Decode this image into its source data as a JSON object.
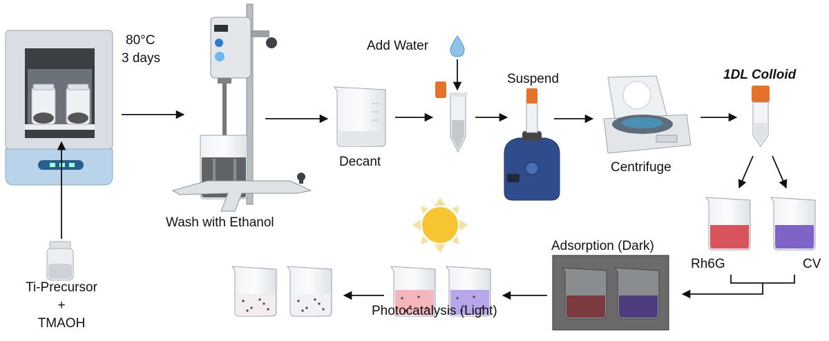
{
  "labels": {
    "temp": "80°C",
    "time": "3 days",
    "add_water": "Add Water",
    "suspend": "Suspend",
    "colloid": "1DL Colloid",
    "decant": "Decant",
    "wash": "Wash with Ethanol",
    "centrifuge": "Centrifuge",
    "precursor_line1": "Ti-Precursor",
    "precursor_plus": "+",
    "precursor_line2": "TMAOH",
    "rh6g": "Rh6G",
    "cv": "CV",
    "adsorption": "Adsorption (Dark)",
    "photocatalysis": "Photocatalysis (Light)"
  },
  "colors": {
    "oven": "#d8dde3",
    "oven_base": "#b9d3ea",
    "cap_orange": "#e4722a",
    "rh6g_liquid": "#d9535d",
    "cv_liquid": "#7f63c6",
    "sun": "#f7c531",
    "dark_box": "#6b6b6b"
  },
  "icons": [
    "oven-icon",
    "stirrer-icon",
    "beaker-icon",
    "water-drop-icon",
    "tube-icon",
    "vortex-icon",
    "centrifuge-icon",
    "sun-icon",
    "jar-icon"
  ]
}
